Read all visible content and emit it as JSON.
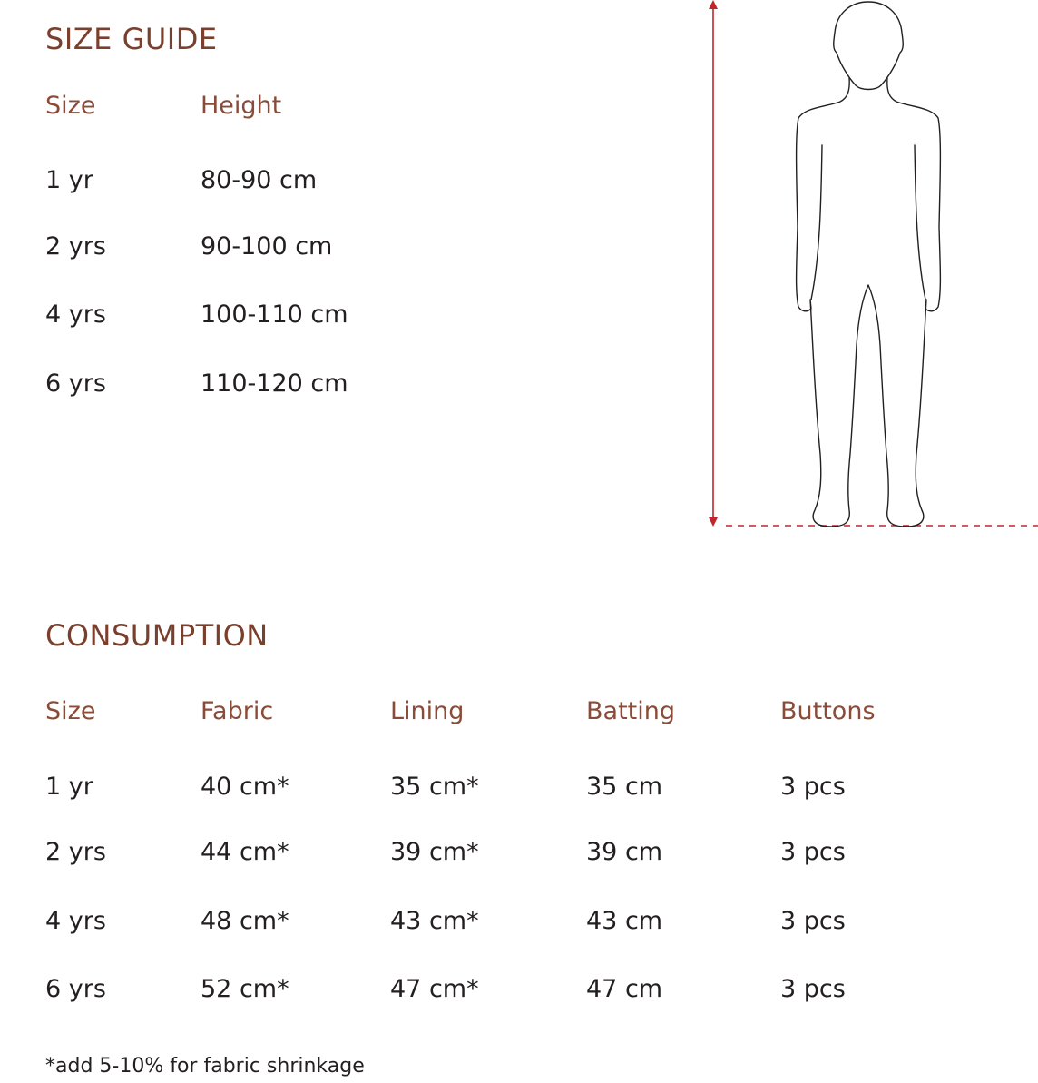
{
  "size_guide": {
    "title": "SIZE GUIDE",
    "headers": [
      "Size",
      "Height"
    ],
    "rows": [
      [
        "1 yr",
        "80-90 cm"
      ],
      [
        "2 yrs",
        "90-100 cm"
      ],
      [
        "4 yrs",
        "100-110 cm"
      ],
      [
        "6 yrs",
        "110-120 cm"
      ]
    ]
  },
  "consumption": {
    "title": "CONSUMPTION",
    "headers": [
      "Size",
      "Fabric",
      "Lining",
      "Batting",
      "Buttons"
    ],
    "rows": [
      [
        "1 yr",
        "40 cm*",
        "35 cm*",
        "35 cm",
        "3 pcs"
      ],
      [
        "2 yrs",
        "44 cm*",
        "39 cm*",
        "39 cm",
        "3 pcs"
      ],
      [
        "4 yrs",
        "48 cm*",
        "43 cm*",
        "43 cm",
        "3 pcs"
      ],
      [
        "6 yrs",
        "52 cm*",
        "47 cm*",
        "47 cm",
        "3 pcs"
      ]
    ]
  },
  "footnote": "*add 5-10% for fabric shrinkage",
  "colors": {
    "title": "#7a3f2d",
    "header": "#8a4c39",
    "text": "#231f20",
    "arrow": "#c0272d"
  },
  "illustration": "child-figure-with-height-arrow"
}
